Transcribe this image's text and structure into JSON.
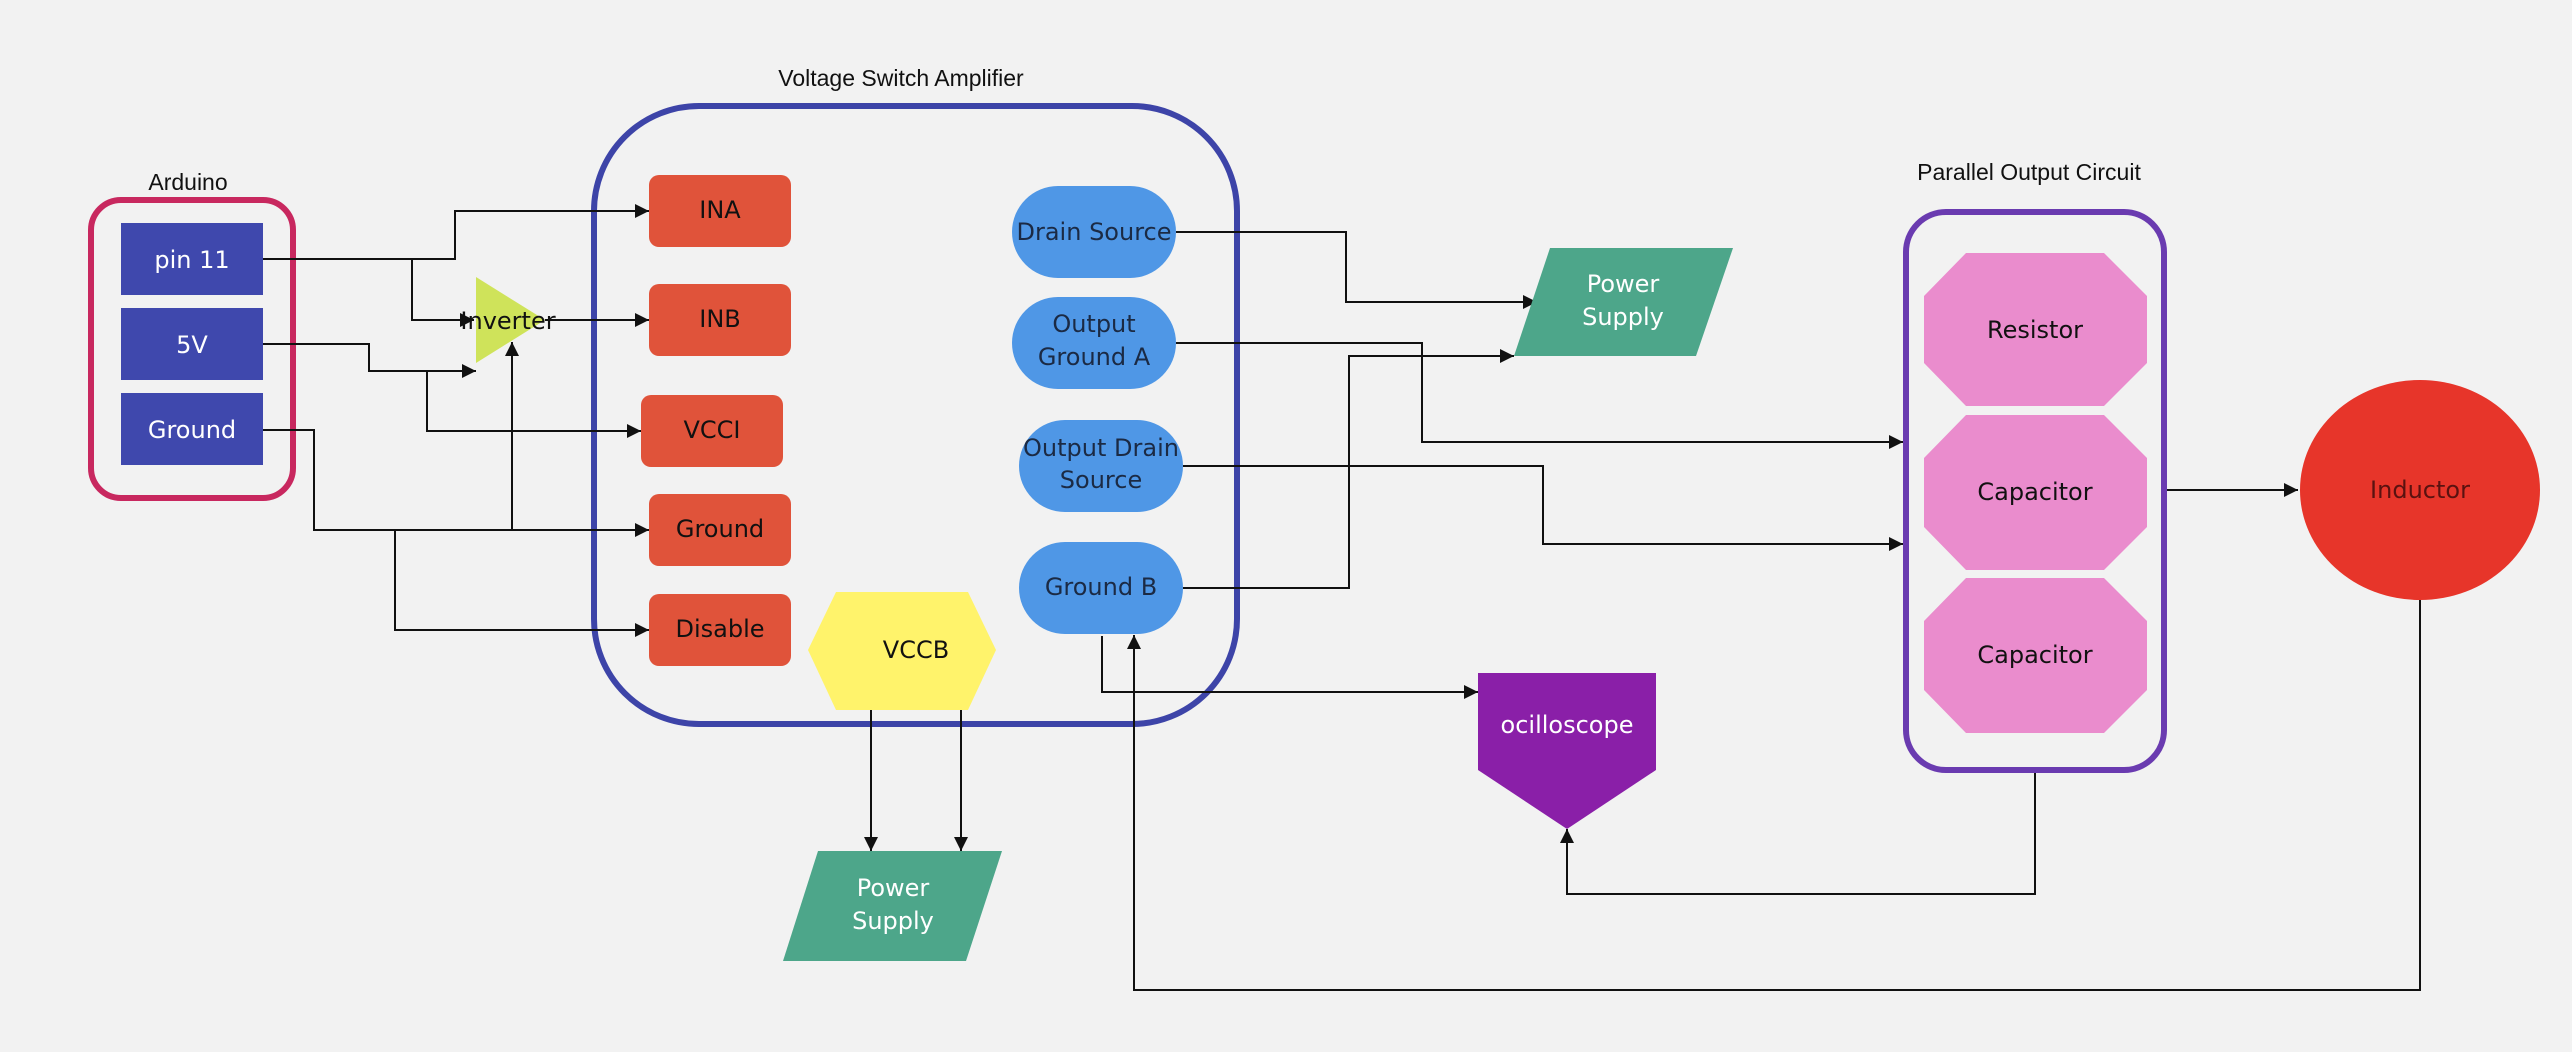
{
  "groups": {
    "arduino": "Arduino",
    "amplifier": "Voltage Switch Amplifier",
    "parallel": "Parallel Output Circuit"
  },
  "arduino_pins": {
    "pin11": "pin 11",
    "v5": "5V",
    "ground": "Ground"
  },
  "inverter": "Inverter",
  "amp_inputs": {
    "ina": "INA",
    "inb": "INB",
    "vcci": "VCCI",
    "ground": "Ground",
    "disable": "Disable"
  },
  "amp_outputs": {
    "drain_source": "Drain Source",
    "ground_a": [
      "Output",
      "Ground A"
    ],
    "out_drain_source": [
      "Output Drain",
      "Source"
    ],
    "ground_b": "Ground B"
  },
  "vccb": "VCCB",
  "power_supply_top": [
    "Power",
    "Supply"
  ],
  "power_supply_bottom": [
    "Power",
    "Supply"
  ],
  "oscilloscope": "ocilloscope",
  "parallel_parts": {
    "resistor": "Resistor",
    "capacitor1": "Capacitor",
    "capacitor2": "Capacitor"
  },
  "inductor": "Inductor",
  "colors": {
    "background": "#f2f2f2",
    "arduino_border": "#c8285f",
    "arduino_pin": "#3f48ad",
    "amp_border": "#3d44a8",
    "amp_input": "#e0533a",
    "amp_output": "#4f97e6",
    "inverter": "#cfe35a",
    "vccb": "#fff36b",
    "power_supply": "#4da68a",
    "oscilloscope": "#8a1fa8",
    "parallel_border": "#6a3bb0",
    "parallel_part": "#ea8ccd",
    "inductor": "#e7352a"
  }
}
